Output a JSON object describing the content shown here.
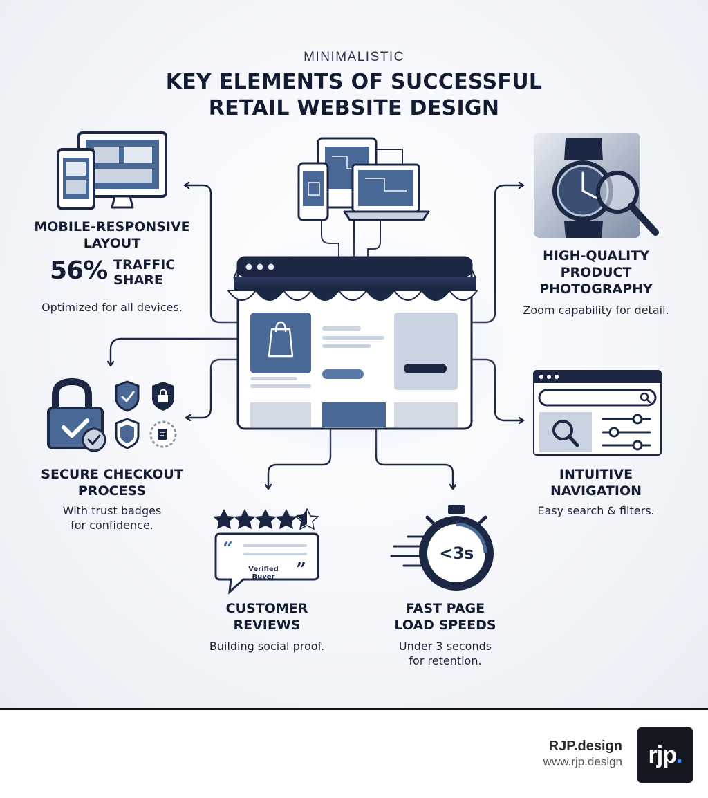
{
  "header": {
    "eyebrow": "MINIMALISTIC",
    "title_line1": "KEY ELEMENTS OF SUCCESSFUL",
    "title_line2": "RETAIL WEBSITE DESIGN"
  },
  "sections": {
    "mobile": {
      "heading1": "MOBILE-RESPONSIVE",
      "heading2": "LAYOUT",
      "stat_value": "56%",
      "stat_label1": "TRAFFIC",
      "stat_label2": "SHARE",
      "body": "Optimized for all devices.",
      "icon": "devices-icon"
    },
    "photography": {
      "heading1": "HIGH-QUALITY",
      "heading2": "PRODUCT",
      "heading3": "PHOTOGRAPHY",
      "body": "Zoom capability for detail.",
      "icon": "watch-magnifier-icon"
    },
    "checkout": {
      "heading1": "SECURE CHECKOUT",
      "heading2": "PROCESS",
      "body1": "With trust badges",
      "body2": "for confidence.",
      "icon": "padlock-shield-icon"
    },
    "navigation": {
      "heading1": "INTUITIVE",
      "heading2": "NAVIGATION",
      "body": "Easy search & filters.",
      "icon": "search-filter-icon"
    },
    "reviews": {
      "heading1": "CUSTOMER",
      "heading2": "REVIEWS",
      "body": "Building social proof.",
      "badge": "Verified Buyer",
      "rating": 4.5,
      "rating_max": 5,
      "icon": "review-bubble-icon"
    },
    "speed": {
      "heading1": "FAST PAGE",
      "heading2": "LOAD SPEEDS",
      "body1": "Under 3 seconds",
      "body2": "for retention.",
      "timer_label": "<3s",
      "icon": "stopwatch-icon"
    }
  },
  "footer": {
    "brand": "RJP.design",
    "url": "www.rjp.design",
    "logo_text": "rjp",
    "logo_dot": "."
  },
  "colors": {
    "navy": "#1c2744",
    "steel": "#4a6896",
    "light_steel": "#c9d3e2",
    "accent_blue": "#3a86ff"
  }
}
